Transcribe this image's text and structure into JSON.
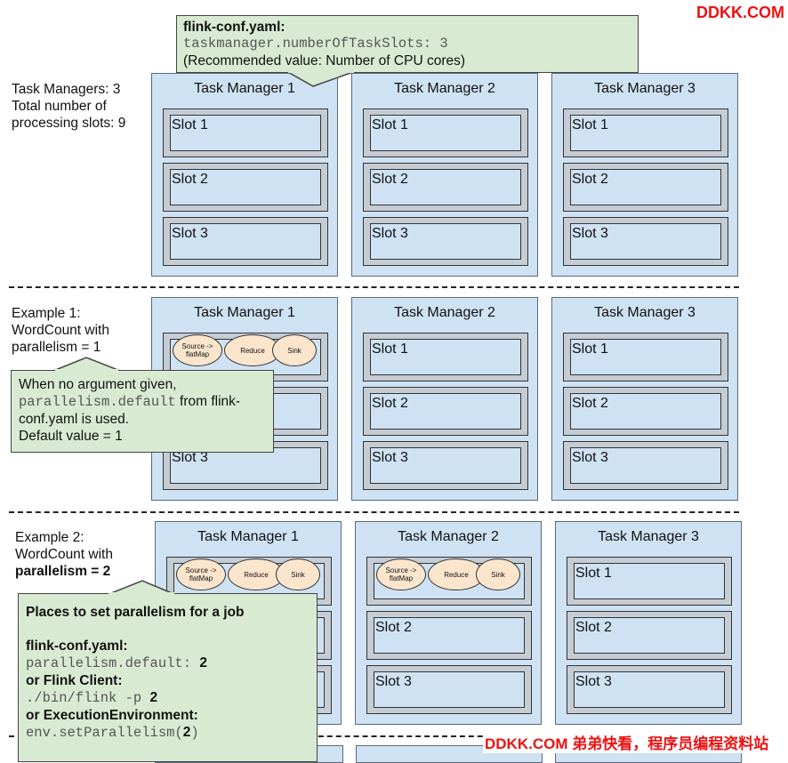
{
  "watermark_top": "DDKK.COM",
  "watermark_bottom": "DDKK.COM 弟弟快看，程序员编程资料站",
  "config_note": {
    "title": "flink-conf.yaml:",
    "code": "taskmanager.numberOfTaskSlots: 3",
    "recommendation": "(Recommended value: Number of CPU cores)"
  },
  "section0": {
    "lines": [
      "Task Managers: 3",
      "Total number of",
      "processing slots: 9"
    ]
  },
  "section1": {
    "lines": [
      "Example 1:",
      "WordCount with",
      "parallelism = 1"
    ]
  },
  "section2": {
    "line1": "Example 2:",
    "line2": "WordCount with",
    "line3": "parallelism = 2"
  },
  "task_managers": [
    "Task Manager 1",
    "Task Manager 2",
    "Task Manager 3"
  ],
  "slots": [
    "Slot 1",
    "Slot 2",
    "Slot 3"
  ],
  "operators": {
    "source": "Source -> flatMap",
    "reduce": "Reduce",
    "sink": "Sink"
  },
  "note1": {
    "line1": "When no argument given,",
    "code": "parallelism.default",
    "line2_rest": " from flink-",
    "line3": "conf.yaml is used.",
    "line4": "Default value = 1"
  },
  "note2": {
    "title": "Places to set parallelism for a job",
    "h1": "flink-conf.yaml:",
    "c1": "parallelism.default: ",
    "v1": "2",
    "h2": "or Flink Client:",
    "c2": "./bin/flink -p ",
    "v2": "2",
    "h3": "or ExecutionEnvironment:",
    "c3a": "env.setParallelism(",
    "v3": "2",
    "c3b": ")"
  }
}
